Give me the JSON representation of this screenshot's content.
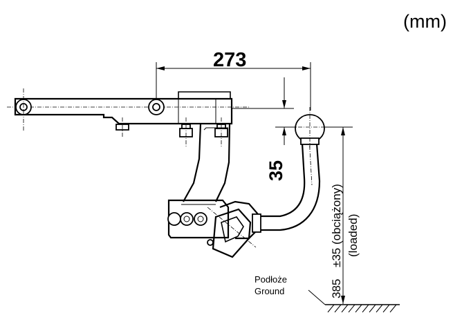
{
  "units_label": "(mm)",
  "dimensions": {
    "horizontal": "273",
    "vertical_offset": "35",
    "height": "385",
    "tolerance": "±35 (obciążony)",
    "tolerance_en": "(loaded)"
  },
  "ground": {
    "label_pl": "Podłoże",
    "label_en": "Ground"
  }
}
